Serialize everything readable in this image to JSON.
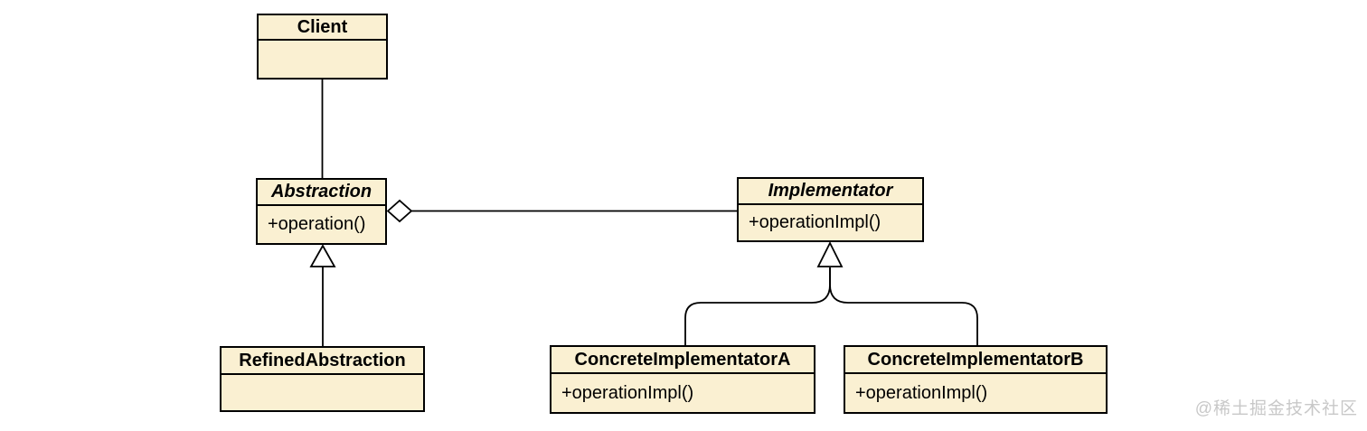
{
  "diagram": {
    "kind": "uml-class-diagram",
    "pattern": "Bridge",
    "background": "#FFFFFF",
    "colors": {
      "box_fill": "#FAF0D2",
      "box_border": "#000000",
      "line": "#000000",
      "text": "#000000",
      "watermark_text": "#C8C8C8"
    },
    "classes": [
      {
        "name": "Client",
        "abstract": false,
        "members": []
      },
      {
        "name": "Abstraction",
        "abstract": true,
        "members": [
          "+operation()"
        ]
      },
      {
        "name": "Implementator",
        "abstract": true,
        "members": [
          "+operationImpl()"
        ]
      },
      {
        "name": "RefinedAbstraction",
        "abstract": false,
        "members": []
      },
      {
        "name": "ConcreteImplementatorA",
        "abstract": false,
        "members": [
          "+operationImpl()"
        ]
      },
      {
        "name": "ConcreteImplementatorB",
        "abstract": false,
        "members": [
          "+operationImpl()"
        ]
      }
    ],
    "relationships": [
      {
        "from": "Client",
        "to": "Abstraction",
        "type": "association"
      },
      {
        "from": "Abstraction",
        "to": "Implementator",
        "type": "aggregation",
        "diamond_at": "Abstraction"
      },
      {
        "from": "RefinedAbstraction",
        "to": "Abstraction",
        "type": "generalization"
      },
      {
        "from": "ConcreteImplementatorA",
        "to": "Implementator",
        "type": "generalization"
      },
      {
        "from": "ConcreteImplementatorB",
        "to": "Implementator",
        "type": "generalization"
      }
    ],
    "watermark": "@稀土掘金技术社区"
  }
}
